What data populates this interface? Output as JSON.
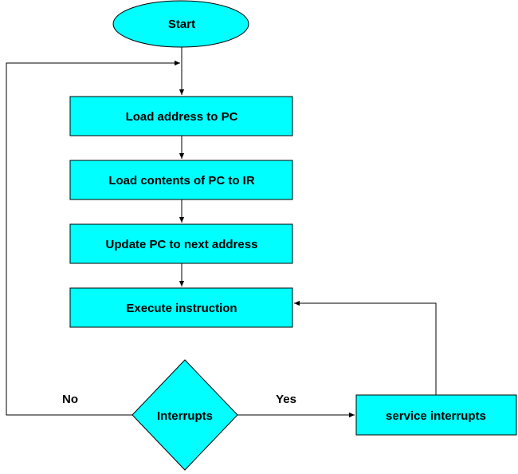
{
  "flowchart": {
    "start": "Start",
    "steps": [
      "Load address to PC",
      "Load contents of PC to IR",
      "Update PC to next address",
      "Execute instruction"
    ],
    "decision": "Interrupts",
    "service": "service interrupts",
    "edge_no": "No",
    "edge_yes": "Yes"
  },
  "colors": {
    "node_fill": "#00ffff",
    "stroke": "#000000",
    "background": "#ffffff"
  }
}
